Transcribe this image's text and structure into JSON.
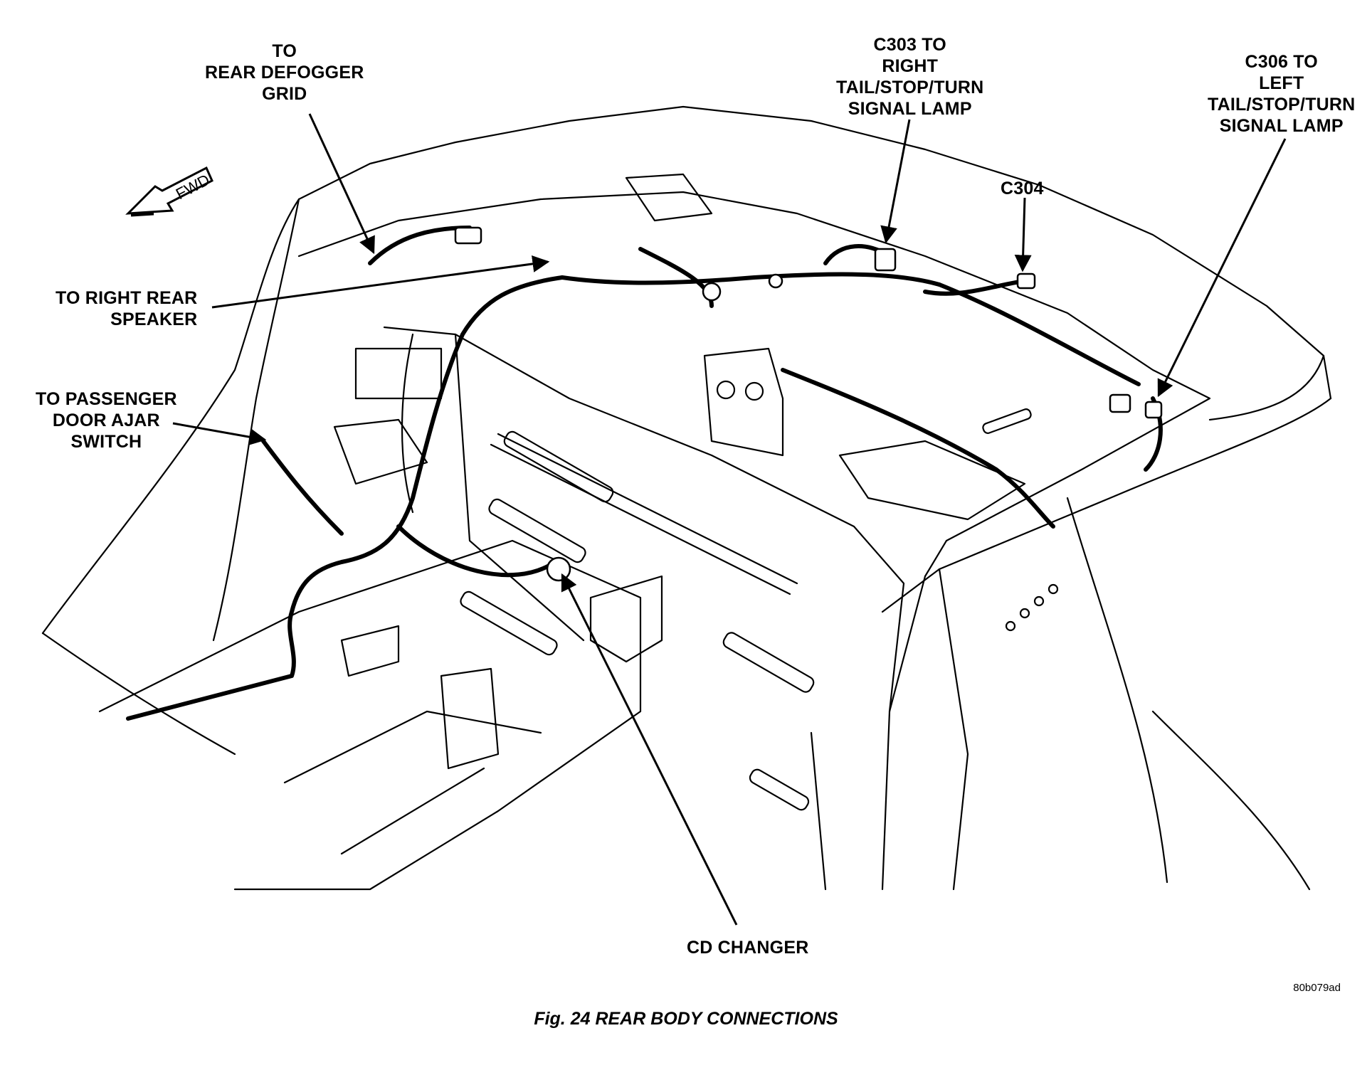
{
  "labels": {
    "rear_defogger": [
      "TO",
      "REAR DEFOGGER",
      "GRID"
    ],
    "right_tail_lamp": [
      "C303 TO",
      "RIGHT",
      "TAIL/STOP/TURN",
      "SIGNAL LAMP"
    ],
    "left_tail_lamp": [
      "C306 TO",
      "LEFT",
      "TAIL/STOP/TURN",
      "SIGNAL LAMP"
    ],
    "c304": "C304",
    "right_rear_speaker": [
      "TO RIGHT REAR",
      "SPEAKER"
    ],
    "passenger_door_ajar": [
      "TO PASSENGER",
      "DOOR AJAR",
      "SWITCH"
    ],
    "cd_changer": "CD CHANGER",
    "fwd": "FWD"
  },
  "figure_code": "80b079ad",
  "caption": "Fig. 24 REAR BODY CONNECTIONS"
}
